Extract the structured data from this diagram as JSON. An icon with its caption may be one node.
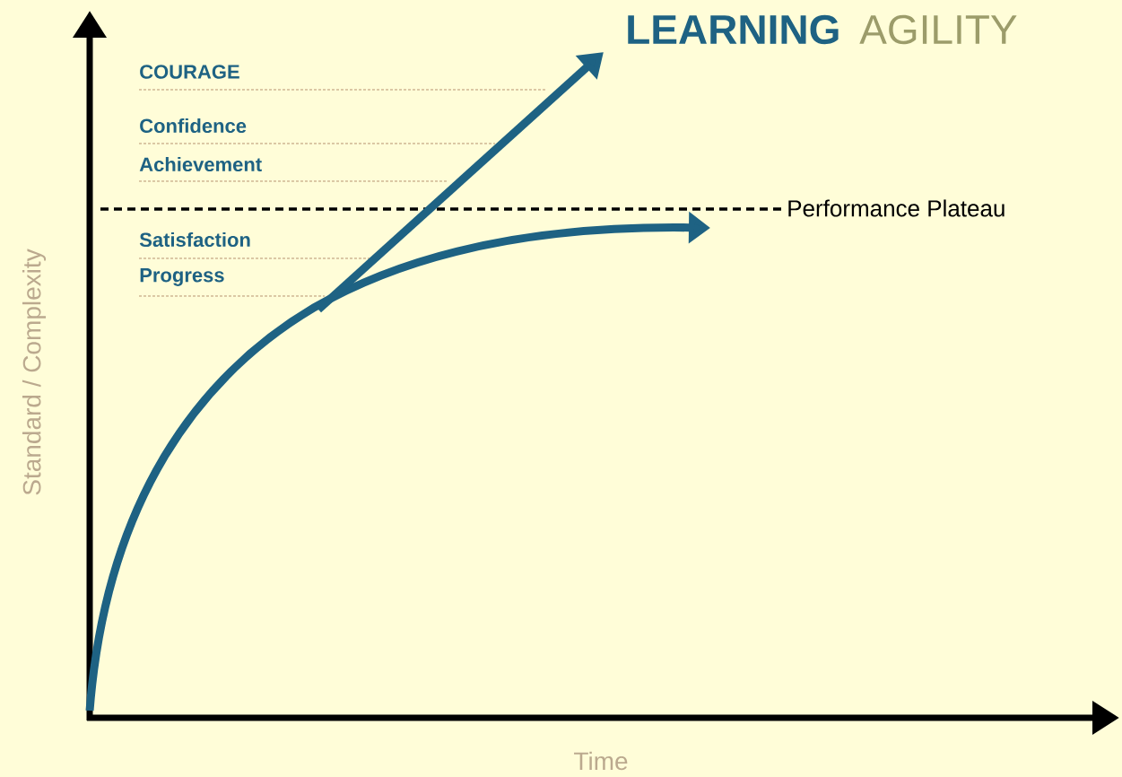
{
  "diagram": {
    "labels": [
      "LEARNING",
      "AGILITY",
      "COURAGE",
      "Confidence",
      "Achievement",
      "Performance Plateau",
      "Satisfaction",
      "Progress",
      "Standard / Complexity",
      "Time"
    ]
  }
}
